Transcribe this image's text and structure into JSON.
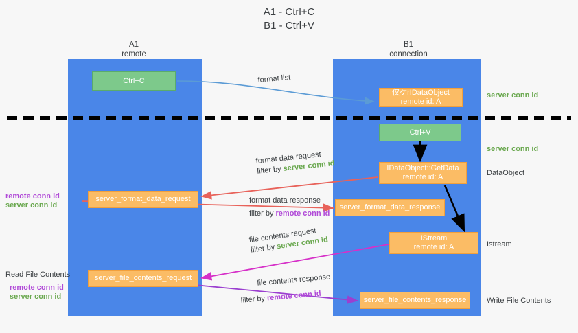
{
  "title": {
    "line1": "A1 - Ctrl+C",
    "line2": "B1 - Ctrl+V"
  },
  "columns": [
    {
      "name": "A1",
      "sub": "remote"
    },
    {
      "name": "B1",
      "sub": "connection"
    }
  ],
  "boxes": {
    "ctrl_c": {
      "label": "Ctrl+C"
    },
    "ctrl_v": {
      "label": "Ctrl+V"
    },
    "idataobject_top": {
      "line1": "仅ケrIDataObject",
      "line2": "remote id: A"
    },
    "getdata": {
      "line1": "IDataObject::GetData",
      "line2": "remote id: A"
    },
    "istream": {
      "line1": "IStream",
      "line2": "remote id: A"
    },
    "server_format_data_request": {
      "label": "server_format_data_request"
    },
    "server_format_data_response": {
      "label": "server_format_data_response"
    },
    "server_file_contents_request": {
      "label": "server_file_contents_request"
    },
    "server_file_contents_response": {
      "label": "server_file_contents_response"
    }
  },
  "flow_labels": {
    "format_list": "format list",
    "format_data_request": "format data request",
    "format_data_request_filter_prefix": "filter by",
    "format_data_request_filter_value": "server conn id",
    "format_data_response": "format data response",
    "format_data_response_filter_prefix": "filter by",
    "format_data_response_filter_value": "remote conn id",
    "file_contents_request": "file contents request",
    "file_contents_request_filter_prefix": "filter by",
    "file_contents_request_filter_value": "server conn id",
    "file_contents_response": "file contents response",
    "file_contents_response_filter_prefix": "filter by",
    "file_contents_response_filter_value": "remote conn id"
  },
  "right_labels": {
    "server_conn_id_top": "server conn id",
    "server_conn_id_mid": "server conn id",
    "dataobject": "DataObject",
    "istream": "Istream",
    "write_file_contents": "Write File Contents"
  },
  "left_labels": {
    "remote_conn_id_1": "remote conn id",
    "server_conn_id_1": "server conn id",
    "read_file_contents": "Read File Contents",
    "remote_conn_id_2": "remote conn id",
    "server_conn_id_2": "server conn id"
  },
  "colors": {
    "lane": "#4a86e8",
    "green_box": "#7dc98b",
    "orange_box": "#fbbc65",
    "green_text": "#6aa84f",
    "purple_text": "#b14bd8",
    "arrow_blue": "#5b9bd5",
    "arrow_red": "#e8625a",
    "arrow_magenta": "#d630c8",
    "arrow_purple": "#9b3fd0",
    "arrow_black": "#000000",
    "divider": "#000000",
    "background": "#f7f7f7"
  }
}
